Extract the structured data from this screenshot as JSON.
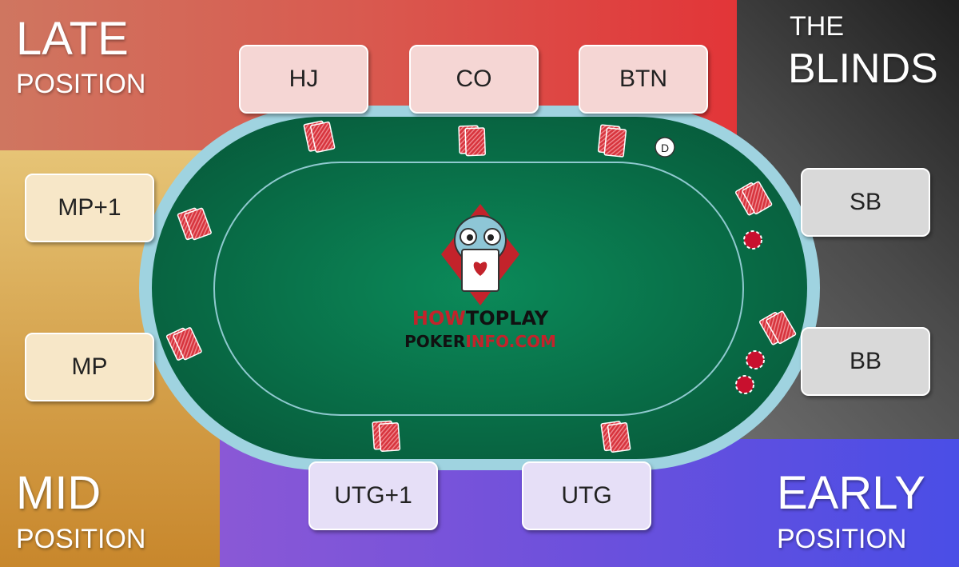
{
  "regions": {
    "late": {
      "line1": "LATE",
      "line2": "POSITION",
      "color": "#d9594f"
    },
    "blinds": {
      "line1": "THE",
      "line2": "BLINDS",
      "color": "#3a3a3a"
    },
    "mid": {
      "line1": "MID",
      "line2": "POSITION",
      "color": "#d4a04a"
    },
    "early": {
      "line1": "EARLY",
      "line2": "POSITION",
      "color": "#5a4fe0"
    }
  },
  "seats": {
    "hj": "HJ",
    "co": "CO",
    "btn": "BTN",
    "sb": "SB",
    "bb": "BB",
    "mp1": "MP+1",
    "mp": "MP",
    "utg1": "UTG+1",
    "utg": "UTG"
  },
  "dealer_button": "D",
  "logo": {
    "line1_part1": "HOW",
    "line1_part2": "TOPLAY",
    "line2_part1": "POKER",
    "line2_part2": "INFO.COM"
  },
  "colors": {
    "felt": "#0a6e4a",
    "rail": "#9fd3e0",
    "card": "#d7343d",
    "chip": "#c8102e"
  }
}
